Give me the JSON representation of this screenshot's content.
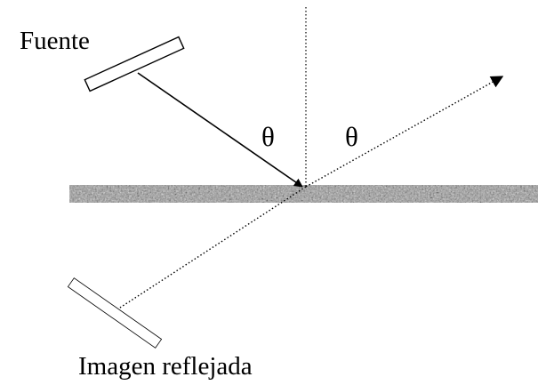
{
  "labels": {
    "source": "Fuente",
    "reflected_image": "Imagen reflejada",
    "angle_incidence": "θ",
    "angle_reflection": "θ"
  },
  "colors": {
    "ink": "#000000",
    "background": "#ffffff",
    "surface_dark": "#5c5c5c",
    "surface_mid": "#9a9a9a",
    "surface_light": "#d6d6d6"
  }
}
